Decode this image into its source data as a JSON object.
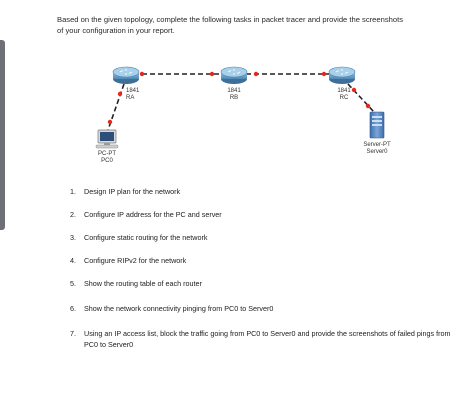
{
  "intro": {
    "line1": "Based on the given topology, complete the following tasks in packet tracer and provide the screenshots",
    "line2": "of your configuration in your report."
  },
  "topology": {
    "routers": [
      {
        "model": "1841",
        "name": "RA"
      },
      {
        "model": "1841",
        "name": "RB"
      },
      {
        "model": "1841",
        "name": "RC"
      }
    ],
    "pc": {
      "model": "PC-PT",
      "name": "PC0"
    },
    "server": {
      "model": "Server-PT",
      "name": "Server0"
    },
    "colors": {
      "link": "#222222",
      "port_up": "#e8261c",
      "router": "#5c9bc4",
      "server": "#4e7fbf"
    }
  },
  "tasks": [
    {
      "num": "1.",
      "text": "Design IP plan for the network"
    },
    {
      "num": "2.",
      "text": "Configure IP address for the PC and server"
    },
    {
      "num": "3.",
      "text": "Configure static routing for the network"
    },
    {
      "num": "4.",
      "text": "Configure RIPv2 for the network"
    },
    {
      "num": "5.",
      "text": "Show the routing table of each router"
    },
    {
      "num": "6.",
      "text": "Show the network connectivity pinging from PC0 to Server0"
    },
    {
      "num": "7.",
      "text": "Using an IP access list, block the traffic going from PC0 to Server0 and provide the screenshots of failed pings from PC0 to Server0"
    }
  ]
}
